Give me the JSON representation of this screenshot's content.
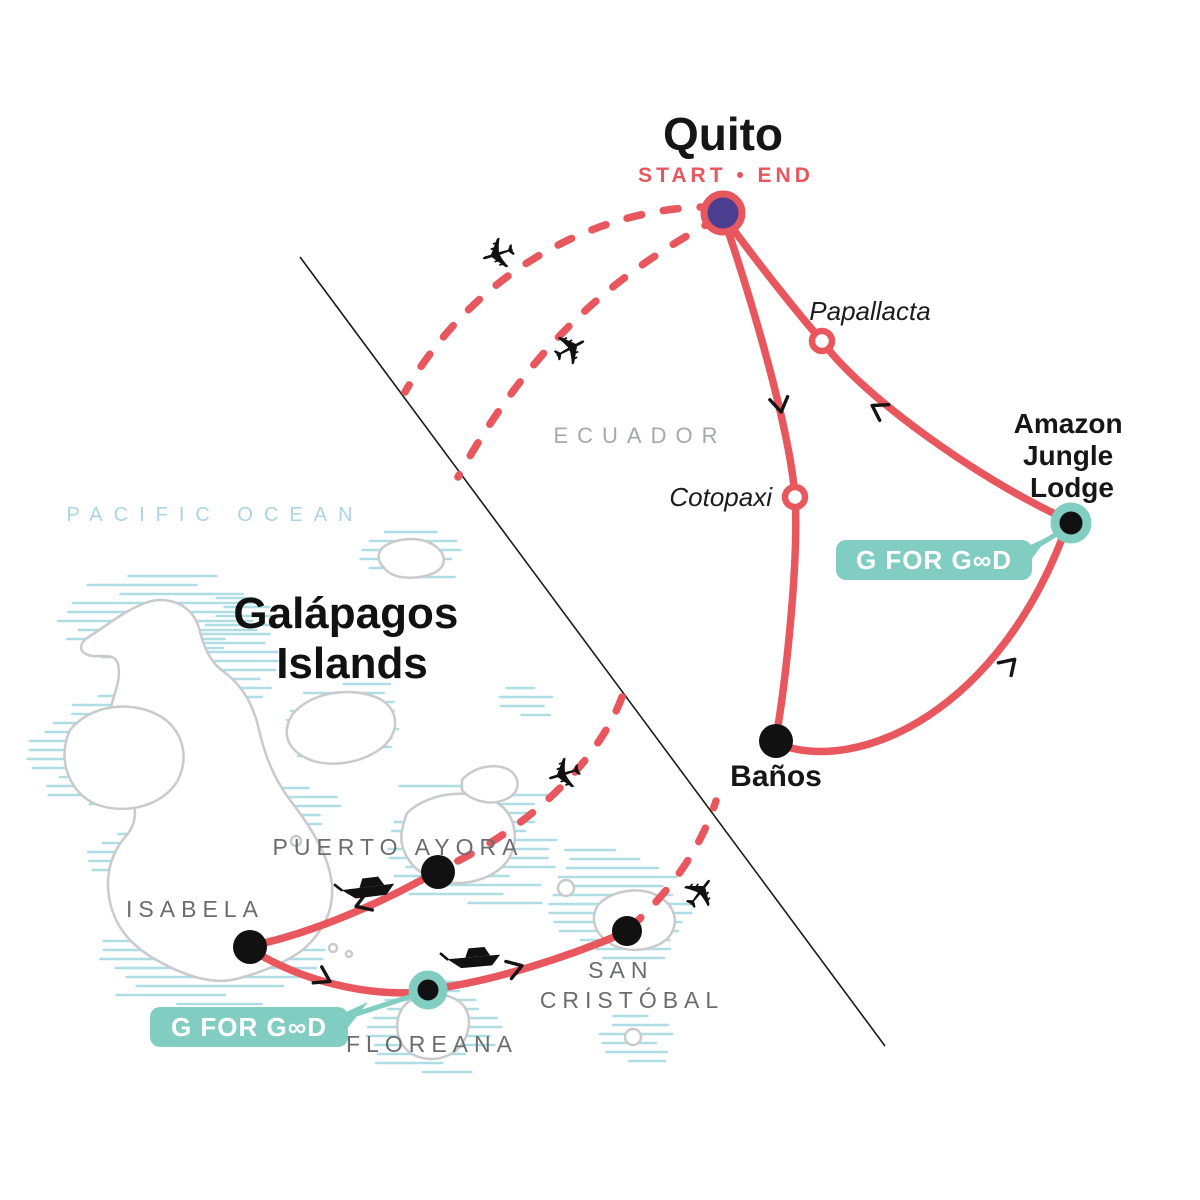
{
  "journey": {
    "start": {
      "city": "Quito",
      "tag": "START • END"
    },
    "mainland": {
      "country": "ECUADOR",
      "waypoints": [
        {
          "name": "Papallacta"
        },
        {
          "name": "Cotopaxi"
        }
      ],
      "stops": [
        {
          "name": "Baños"
        },
        {
          "name": "Amazon Jungle Lodge",
          "lines": [
            "Amazon",
            "Jungle",
            "Lodge"
          ]
        }
      ]
    },
    "galapagos": {
      "title_lines": [
        "Galápagos",
        "Islands"
      ],
      "ocean": "PACIFIC OCEAN",
      "stops": [
        {
          "name": "PUERTO AYORA"
        },
        {
          "name": "ISABELA"
        },
        {
          "name": "FLOREANA"
        },
        {
          "name": "SAN CRISTÓBAL",
          "lines": [
            "SAN",
            "CRISTÓBAL"
          ]
        }
      ]
    },
    "badges": {
      "label": "G FOR G∞D"
    },
    "icons": {
      "plane": "✈"
    },
    "colors": {
      "route_red": "#E8575D",
      "badge_teal": "#82CDC2",
      "water_stripe": "#AEDDE4",
      "start_dot_purple": "#4B3D90",
      "island_outline": "#C9CACC"
    }
  }
}
